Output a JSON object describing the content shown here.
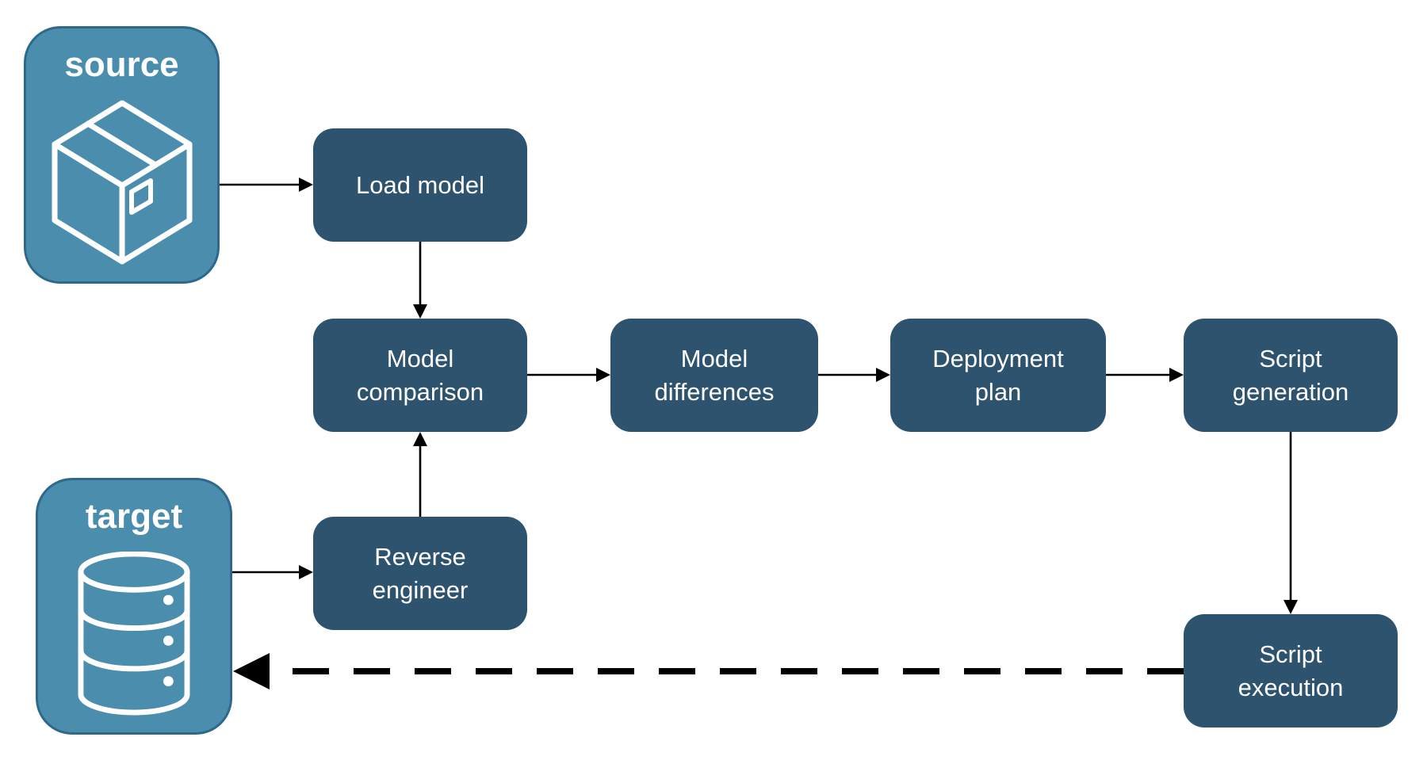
{
  "colors": {
    "entity_fill": "#4a8dac",
    "entity_border": "#2e688a",
    "step_fill": "#2d536f",
    "label_text": "#ffffff",
    "arrow": "#000000",
    "canvas_bg": "#ffffff"
  },
  "entities": {
    "source": {
      "label": "source",
      "icon": "package-box-icon"
    },
    "target": {
      "label": "target",
      "icon": "database-icon"
    }
  },
  "steps": {
    "load_model": {
      "label": "Load model"
    },
    "model_comparison": {
      "label": "Model comparison"
    },
    "model_differences": {
      "label": "Model differences"
    },
    "deployment_plan": {
      "label": "Deployment plan"
    },
    "script_generation": {
      "label": "Script generation"
    },
    "script_execution": {
      "label": "Script execution"
    },
    "reverse_engineer": {
      "label": "Reverse engineer"
    }
  },
  "connections": [
    {
      "from": "source",
      "to": "load_model",
      "style": "solid"
    },
    {
      "from": "load_model",
      "to": "model_comparison",
      "style": "solid"
    },
    {
      "from": "model_comparison",
      "to": "model_differences",
      "style": "solid"
    },
    {
      "from": "model_differences",
      "to": "deployment_plan",
      "style": "solid"
    },
    {
      "from": "deployment_plan",
      "to": "script_generation",
      "style": "solid"
    },
    {
      "from": "script_generation",
      "to": "script_execution",
      "style": "solid"
    },
    {
      "from": "target",
      "to": "reverse_engineer",
      "style": "solid"
    },
    {
      "from": "reverse_engineer",
      "to": "model_comparison",
      "style": "solid"
    },
    {
      "from": "script_execution",
      "to": "target",
      "style": "dashed"
    }
  ]
}
